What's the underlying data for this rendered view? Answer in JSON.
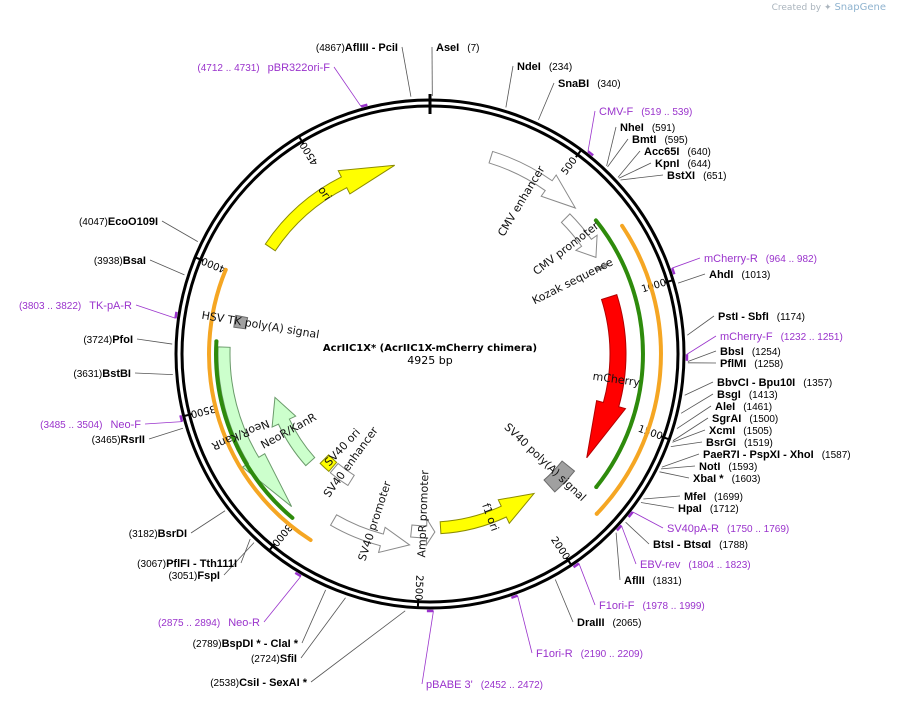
{
  "credit": {
    "prefix": "Created by",
    "brand": "SnapGene"
  },
  "plasmid": {
    "title": "AcrIIC1X* (AcrIIC1X-mCherry chimera)",
    "length_label": "4925 bp",
    "total_bp": 4925
  },
  "ticks": [
    {
      "bp": 500,
      "label": "500"
    },
    {
      "bp": 1000,
      "label": "1000"
    },
    {
      "bp": 1500,
      "label": "1500"
    },
    {
      "bp": 2000,
      "label": "2000"
    },
    {
      "bp": 2500,
      "label": "2500"
    },
    {
      "bp": 3000,
      "label": "3000"
    },
    {
      "bp": 3500,
      "label": "3500"
    },
    {
      "bp": 4000,
      "label": "4000"
    },
    {
      "bp": 4500,
      "label": "4500"
    }
  ],
  "enzymes": [
    {
      "id": "afliii-pcii",
      "segs": [
        [
          "(4867)",
          "pos"
        ],
        [
          "AflIII",
          "name"
        ],
        [
          " - ",
          "plain"
        ],
        [
          "PciI",
          "name"
        ]
      ]
    },
    {
      "id": "asei",
      "segs": [
        [
          "AseI",
          "name"
        ],
        [
          "(7)",
          "pos"
        ]
      ]
    },
    {
      "id": "ndei",
      "segs": [
        [
          "NdeI",
          "name"
        ],
        [
          "(234)",
          "pos"
        ]
      ]
    },
    {
      "id": "snabi",
      "segs": [
        [
          "SnaBI",
          "name"
        ],
        [
          "(340)",
          "pos"
        ]
      ]
    },
    {
      "id": "nhei",
      "segs": [
        [
          "NheI",
          "name"
        ],
        [
          "(591)",
          "pos"
        ]
      ]
    },
    {
      "id": "bmti",
      "segs": [
        [
          "BmtI",
          "name"
        ],
        [
          "(595)",
          "pos"
        ]
      ]
    },
    {
      "id": "acc65i",
      "segs": [
        [
          "Acc65I",
          "name"
        ],
        [
          "(640)",
          "pos"
        ]
      ]
    },
    {
      "id": "kpni",
      "segs": [
        [
          "KpnI",
          "name"
        ],
        [
          "(644)",
          "pos"
        ]
      ]
    },
    {
      "id": "bstxi",
      "segs": [
        [
          "BstXI",
          "name"
        ],
        [
          "(651)",
          "pos"
        ]
      ]
    },
    {
      "id": "ahdi",
      "segs": [
        [
          "AhdI",
          "name"
        ],
        [
          "(1013)",
          "pos"
        ]
      ]
    },
    {
      "id": "psti-sbfi",
      "segs": [
        [
          "PstI",
          "name"
        ],
        [
          " - ",
          "plain"
        ],
        [
          "SbfI",
          "name"
        ],
        [
          "(1174)",
          "pos"
        ]
      ]
    },
    {
      "id": "bbsi",
      "segs": [
        [
          "BbsI",
          "name"
        ],
        [
          "(1254)",
          "pos"
        ]
      ]
    },
    {
      "id": "pflmi",
      "segs": [
        [
          "PflMI",
          "name"
        ],
        [
          "(1258)",
          "pos"
        ]
      ]
    },
    {
      "id": "bbvci-bpu10i",
      "segs": [
        [
          "BbvCI",
          "name"
        ],
        [
          " - ",
          "plain"
        ],
        [
          "Bpu10I",
          "name"
        ],
        [
          "(1357)",
          "pos"
        ]
      ]
    },
    {
      "id": "bsgi",
      "segs": [
        [
          "BsgI",
          "name"
        ],
        [
          "(1413)",
          "pos"
        ]
      ]
    },
    {
      "id": "alei",
      "segs": [
        [
          "AleI",
          "name"
        ],
        [
          "(1461)",
          "pos"
        ]
      ]
    },
    {
      "id": "sgrai",
      "segs": [
        [
          "SgrAI",
          "name"
        ],
        [
          "(1500)",
          "pos"
        ]
      ]
    },
    {
      "id": "xcmi",
      "segs": [
        [
          "XcmI",
          "name"
        ],
        [
          "(1505)",
          "pos"
        ]
      ]
    },
    {
      "id": "bsrgi",
      "segs": [
        [
          "BsrGI",
          "name"
        ],
        [
          "(1519)",
          "pos"
        ]
      ]
    },
    {
      "id": "pae-psp-xho",
      "segs": [
        [
          "PaeR7I",
          "name"
        ],
        [
          " - ",
          "plain"
        ],
        [
          "PspXI",
          "name"
        ],
        [
          " - ",
          "plain"
        ],
        [
          "XhoI",
          "name"
        ],
        [
          "(1587)",
          "pos"
        ]
      ]
    },
    {
      "id": "noti",
      "segs": [
        [
          "NotI",
          "name"
        ],
        [
          "(1593)",
          "pos"
        ]
      ]
    },
    {
      "id": "xbai",
      "segs": [
        [
          "XbaI *",
          "name"
        ],
        [
          "(1603)",
          "pos"
        ]
      ]
    },
    {
      "id": "mfei",
      "segs": [
        [
          "MfeI",
          "name"
        ],
        [
          "(1699)",
          "pos"
        ]
      ]
    },
    {
      "id": "hpai",
      "segs": [
        [
          "HpaI",
          "name"
        ],
        [
          "(1712)",
          "pos"
        ]
      ]
    },
    {
      "id": "btsi-btsai",
      "segs": [
        [
          "BtsI",
          "name"
        ],
        [
          " - ",
          "plain"
        ],
        [
          "BtsαI",
          "name"
        ],
        [
          "(1788)",
          "pos"
        ]
      ]
    },
    {
      "id": "aflii",
      "segs": [
        [
          "AflII",
          "name"
        ],
        [
          "(1831)",
          "pos"
        ]
      ]
    },
    {
      "id": "draiii",
      "segs": [
        [
          "DraIII",
          "name"
        ],
        [
          "(2065)",
          "pos"
        ]
      ]
    },
    {
      "id": "csii-sexai",
      "segs": [
        [
          "(2538)",
          "pos"
        ],
        [
          "CsiI",
          "name"
        ],
        [
          " - ",
          "plain"
        ],
        [
          "SexAI *",
          "name"
        ]
      ]
    },
    {
      "id": "sfii",
      "segs": [
        [
          "(2724)",
          "pos"
        ],
        [
          "SfiI",
          "name"
        ]
      ]
    },
    {
      "id": "bspdi-clai",
      "segs": [
        [
          "(2789)",
          "pos"
        ],
        [
          "BspDI *",
          "name"
        ],
        [
          " - ",
          "plain"
        ],
        [
          "ClaI *",
          "name"
        ]
      ]
    },
    {
      "id": "fspi",
      "segs": [
        [
          "(3051)",
          "pos"
        ],
        [
          "FspI",
          "name"
        ]
      ]
    },
    {
      "id": "pflfi-tth111i",
      "segs": [
        [
          "(3067)",
          "pos"
        ],
        [
          "PflFI",
          "name"
        ],
        [
          " - ",
          "plain"
        ],
        [
          "Tth111I",
          "name"
        ]
      ]
    },
    {
      "id": "bsrdi",
      "segs": [
        [
          "(3182)",
          "pos"
        ],
        [
          "BsrDI",
          "name"
        ]
      ]
    },
    {
      "id": "rsrii",
      "segs": [
        [
          "(3465)",
          "pos"
        ],
        [
          "RsrII",
          "name"
        ]
      ]
    },
    {
      "id": "bstbi",
      "segs": [
        [
          "(3631)",
          "pos"
        ],
        [
          "BstBI",
          "name"
        ]
      ]
    },
    {
      "id": "pfoi",
      "segs": [
        [
          "(3724)",
          "pos"
        ],
        [
          "PfoI",
          "name"
        ]
      ]
    },
    {
      "id": "bsai",
      "segs": [
        [
          "(3938)",
          "pos"
        ],
        [
          "BsaI",
          "name"
        ]
      ]
    },
    {
      "id": "eco0109i",
      "segs": [
        [
          "(4047)",
          "pos"
        ],
        [
          "EcoO109I",
          "name"
        ]
      ]
    }
  ],
  "primers": [
    {
      "id": "pbr322ori-f",
      "bp": 4712,
      "segs": [
        [
          "(4712 .. 4731)",
          "ppos"
        ],
        [
          "pBR322ori-F",
          "pname"
        ]
      ]
    },
    {
      "id": "cmv-f",
      "bp": 519,
      "segs": [
        [
          "CMV-F",
          "pname"
        ],
        [
          "(519 .. 539)",
          "ppos"
        ]
      ]
    },
    {
      "id": "mcherry-r",
      "bp": 964,
      "segs": [
        [
          "mCherry-R",
          "pname"
        ],
        [
          "(964 .. 982)",
          "ppos"
        ]
      ]
    },
    {
      "id": "mcherry-f",
      "bp": 1232,
      "segs": [
        [
          "mCherry-F",
          "pname"
        ],
        [
          "(1232 .. 1251)",
          "ppos"
        ]
      ]
    },
    {
      "id": "sv40pa-r",
      "bp": 1750,
      "segs": [
        [
          "SV40pA-R",
          "pname"
        ],
        [
          "(1750 .. 1769)",
          "ppos"
        ]
      ]
    },
    {
      "id": "ebv-rev",
      "bp": 1804,
      "segs": [
        [
          "EBV-rev",
          "pname"
        ],
        [
          "(1804 .. 1823)",
          "ppos"
        ]
      ]
    },
    {
      "id": "f1ori-f",
      "bp": 1978,
      "segs": [
        [
          "F1ori-F",
          "pname"
        ],
        [
          "(1978 .. 1999)",
          "ppos"
        ]
      ]
    },
    {
      "id": "f1ori-r",
      "bp": 2190,
      "segs": [
        [
          "F1ori-R",
          "pname"
        ],
        [
          "(2190 .. 2209)",
          "ppos"
        ]
      ]
    },
    {
      "id": "pbabe3",
      "bp": 2452,
      "segs": [
        [
          "pBABE 3'",
          "pname"
        ],
        [
          "(2452 .. 2472)",
          "ppos"
        ]
      ]
    },
    {
      "id": "neo-r",
      "bp": 2875,
      "segs": [
        [
          "(2875 .. 2894)",
          "ppos"
        ],
        [
          "Neo-R",
          "pname"
        ]
      ]
    },
    {
      "id": "neo-f",
      "bp": 3485,
      "segs": [
        [
          "(3485 .. 3504)",
          "ppos"
        ],
        [
          "Neo-F",
          "pname"
        ]
      ]
    },
    {
      "id": "tk-pa-r",
      "bp": 3803,
      "segs": [
        [
          "(3803 .. 3822)",
          "ppos"
        ],
        [
          "TK-pA-R",
          "pname"
        ]
      ]
    }
  ],
  "features": [
    {
      "id": "cmv-enhancer",
      "label": "CMV enhancer",
      "start": 235,
      "end": 614,
      "color": "#ffffff",
      "stroke": "#8a8a8a",
      "dir": 1
    },
    {
      "id": "cmv-promoter",
      "label": "CMV promoter",
      "start": 615,
      "end": 818,
      "color": "#ffffff",
      "stroke": "#8a8a8a",
      "dir": 1
    },
    {
      "id": "kozak",
      "label": "Kozak sequence",
      "start": 860,
      "end": 869,
      "color": "#a0a0a0",
      "stroke": "#6a6a6a",
      "dir": 0
    },
    {
      "id": "mcherry",
      "label": "mCherry",
      "start": 990,
      "end": 1690,
      "color": "#ff0000",
      "stroke": "#b30000",
      "dir": 1
    },
    {
      "id": "sv40-polya",
      "label": "SV40 poly(A) signal",
      "start": 1765,
      "end": 1886,
      "color": "#a0a0a0",
      "stroke": "#6a6a6a",
      "dir": 0
    },
    {
      "id": "f1-ori",
      "label": "f1 ori",
      "start": 1960,
      "end": 2415,
      "color": "#ffff00",
      "stroke": "#8c8c00",
      "dir": -1
    },
    {
      "id": "ampr-promoter",
      "label": "AmpR promoter",
      "start": 2441,
      "end": 2545,
      "color": "#ffffff",
      "stroke": "#8a8a8a",
      "dir": -1
    },
    {
      "id": "sv40-promoter",
      "label": "SV40 promoter",
      "start": 2546,
      "end": 2875,
      "color": "#ffffff",
      "stroke": "#8a8a8a",
      "dir": -1
    },
    {
      "id": "sv40-enhancer",
      "label": "SV40 enhancer",
      "start": 2900,
      "end": 3010,
      "color": "#ffffff",
      "stroke": "#8a8a8a",
      "dir": 0
    },
    {
      "id": "sv40-ori",
      "label": "SV40 ori",
      "start": 3020,
      "end": 3080,
      "color": "#ffff00",
      "stroke": "#8c8c00",
      "dir": 0
    },
    {
      "id": "neokanr-1",
      "label": "NeoR/KanR",
      "start": 3120,
      "end": 3480,
      "color": "#ccffcc",
      "stroke": "#6a9a6a",
      "dir": 1
    },
    {
      "id": "hsv-tk-polya",
      "label": "HSV TK poly(A) signal",
      "start": 3800,
      "end": 3848,
      "color": "#a0a0a0",
      "stroke": "#6a6a6a",
      "dir": 0
    },
    {
      "id": "ori",
      "label": "ori",
      "start": 4155,
      "end": 4780,
      "color": "#ffff00",
      "stroke": "#8c8c00",
      "dir": 1
    }
  ],
  "outer_features": [
    {
      "id": "neokanr-2",
      "label": "NeoR/KanR",
      "start": 3040,
      "end": 3720,
      "color": "#ccffcc",
      "stroke": "#6a9a6a",
      "dir": -1
    },
    {
      "id": "orange-mcherry",
      "label": "",
      "start": 770,
      "end": 1830,
      "color": "#f5a623"
    },
    {
      "id": "green-mcherry",
      "label": "",
      "start": 700,
      "end": 1760,
      "color": "#2e8b0c"
    },
    {
      "id": "orange-neo",
      "label": "",
      "start": 2910,
      "end": 4000,
      "color": "#f5a623"
    },
    {
      "id": "green-neo",
      "label": "",
      "start": 3010,
      "end": 3740,
      "color": "#2e8b0c"
    }
  ]
}
